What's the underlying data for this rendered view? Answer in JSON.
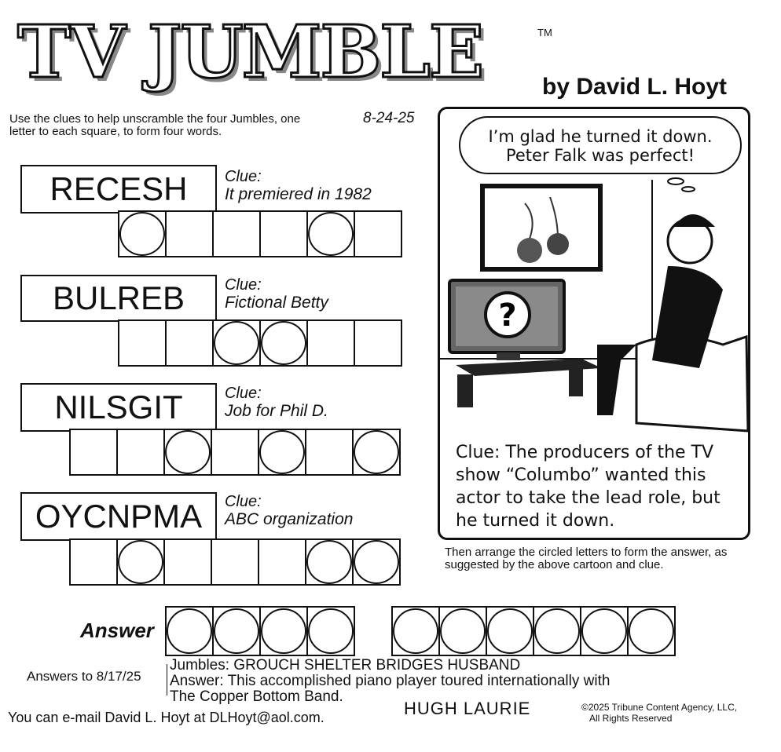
{
  "header": {
    "title": "TV JUMBLE",
    "trademark": "TM",
    "byline": "by David L. Hoyt"
  },
  "instructions": "Use the clues to help unscramble the four Jumbles, one letter to each square, to form four words.",
  "date": "8-24-25",
  "jumbles": [
    {
      "word": "RECESH",
      "clue_label": "Clue:",
      "clue": "It premiered in 1982",
      "cells": 6,
      "circled": [
        0,
        4
      ]
    },
    {
      "word": "BULREB",
      "clue_label": "Clue:",
      "clue": "Fictional Betty",
      "cells": 6,
      "circled": [
        2,
        3
      ]
    },
    {
      "word": "NILSGIT",
      "clue_label": "Clue:",
      "clue": "Job for Phil D.",
      "cells": 7,
      "circled": [
        2,
        4,
        6
      ]
    },
    {
      "word": "OYCNPMA",
      "clue_label": "Clue:",
      "clue": "ABC organization",
      "cells": 7,
      "circled": [
        1,
        5,
        6
      ]
    }
  ],
  "cartoon": {
    "speech_line1": "I’m glad he turned it down.",
    "speech_line2": "Peter Falk was perfect!",
    "clue": "Clue:  The producers of the TV show “Columbo” wanted this actor to take the lead role, but he turned it down.",
    "tv_symbol": "?"
  },
  "arrange_text": "Then arrange the circled letters to form the answer, as suggested by the above cartoon and clue.",
  "answer": {
    "label": "Answer",
    "word1_length": 4,
    "word2_length": 6
  },
  "previous": {
    "label": "Answers to 8/17/25",
    "jumbles": "Jumbles:  GROUCH  SHELTER  BRIDGES  HUSBAND",
    "answer_line1": "Answer: This accomplished piano player toured internationally with",
    "answer_line2": "The Copper Bottom Band.",
    "final": "HUGH LAURIE"
  },
  "email": "You can e-mail David L. Hoyt at DLHoyt@aol.com.",
  "copyright_line1": "©2025 Tribune Content Agency, LLC,",
  "copyright_line2": "All Rights Reserved"
}
